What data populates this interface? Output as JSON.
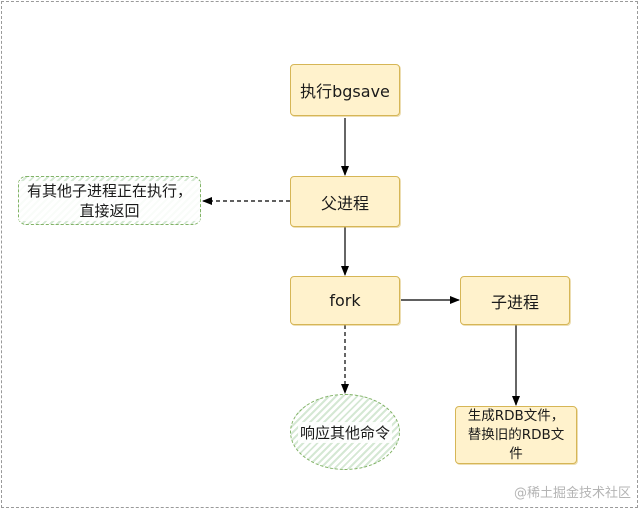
{
  "diagram": {
    "nodes": {
      "bgsave": "执行bgsave",
      "parent": "父进程",
      "note": "有其他子进程正在执行，直接返回",
      "fork": "fork",
      "child": "子进程",
      "respond": "响应其他命令",
      "rdb": "生成RDB文件，替换旧的RDB文件"
    },
    "colors": {
      "box_fill": "#fff2cc",
      "box_border": "#d6b656",
      "note_fill": "#d5e8d4",
      "note_border": "#82b366",
      "arrow": "#000000"
    }
  },
  "watermark": "@稀土掘金技术社区"
}
